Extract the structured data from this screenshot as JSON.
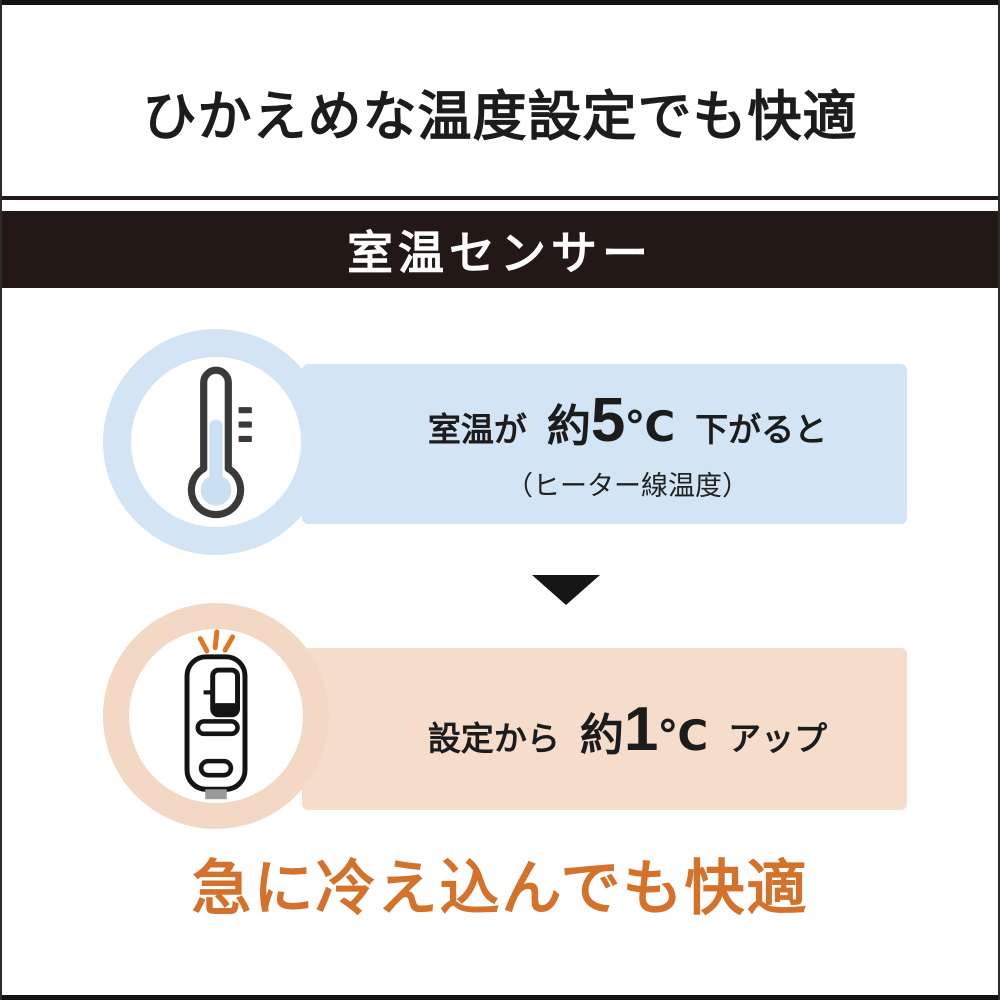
{
  "header": {
    "title": "ひかえめな温度設定でも快適",
    "banner": "室温センサー"
  },
  "steps": [
    {
      "icon": "thermometer-icon",
      "text_pre": "室温が",
      "approx": "約",
      "value": "5",
      "unit": "℃",
      "text_post": "下がると",
      "note": "（ヒーター線温度）"
    },
    {
      "icon": "controller-icon",
      "text_pre": "設定から",
      "approx": "約",
      "value": "1",
      "unit": "℃",
      "text_post": "アップ"
    }
  ],
  "arrow_icon": "down-triangle",
  "footer": {
    "headline": "急に冷え込んでも快適"
  },
  "colors": {
    "banner_bg": "#231815",
    "band_blue": "#d3e5f4",
    "band_pink": "#f5dccb",
    "ring_blue": "#d3e5f4",
    "ring_pink": "#f3d8c5",
    "mercury_blue": "#c9e0f4",
    "headline_orange": "#d4722c",
    "alert_orange": "#e0761f",
    "icon_dark": "#3a3a3a",
    "cord_tab_gray": "#9a9a9a"
  }
}
